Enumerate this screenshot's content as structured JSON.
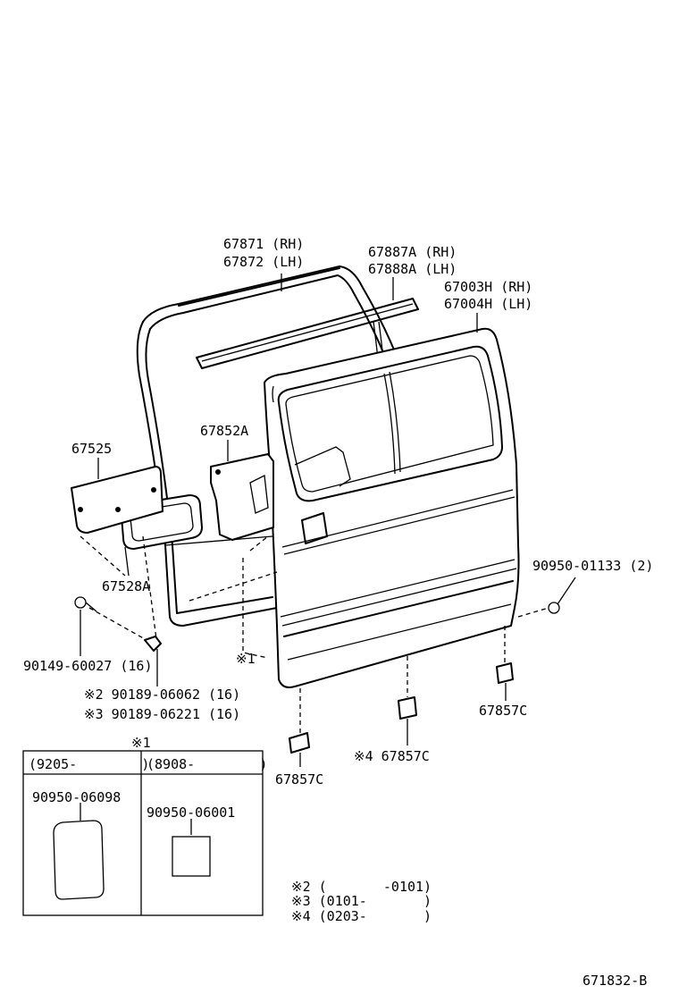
{
  "diagram_id": "671832-B",
  "parts": {
    "seal_rh": "67871 (RH)",
    "seal_lh": "67872 (LH)",
    "strip_rh": "67887A (RH)",
    "strip_lh": "67888A (LH)",
    "door_rh": "67003H (RH)",
    "door_lh": "67004H (LH)",
    "plate": "67525",
    "cover": "67852A",
    "seal_small": "67528A",
    "clip_right": "90950-01133 (2)",
    "screw": "90149-60027 (16)",
    "clip_2": "※2 90189-06062 (16)",
    "clip_3": "※3 90189-06221 (16)",
    "guard_1": "67857C",
    "guard_2": "※4 67857C",
    "guard_3": "67857C",
    "ref_mark": "※1"
  },
  "table": {
    "title": "※1",
    "col1_header": "(9205-        )",
    "col2_header": "(8908-        )",
    "col1_part": "90950-06098",
    "col2_part": "90950-06001"
  },
  "notes": [
    "※2 (       -0101)",
    "※3 (0101-       )",
    "※4 (0203-       )"
  ]
}
